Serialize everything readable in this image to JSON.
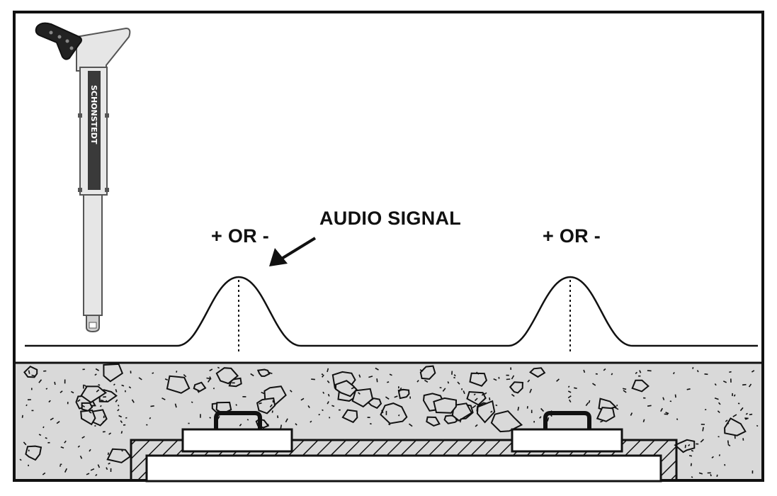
{
  "labels": {
    "audio_signal": "AUDIO SIGNAL",
    "peak_left": "+ OR -",
    "peak_right": "+ OR -"
  },
  "device": {
    "brand": "SCHONSTEDT"
  },
  "colors": {
    "outline": "#111111",
    "ground_fill": "#d9d9d9",
    "background": "#ffffff"
  }
}
